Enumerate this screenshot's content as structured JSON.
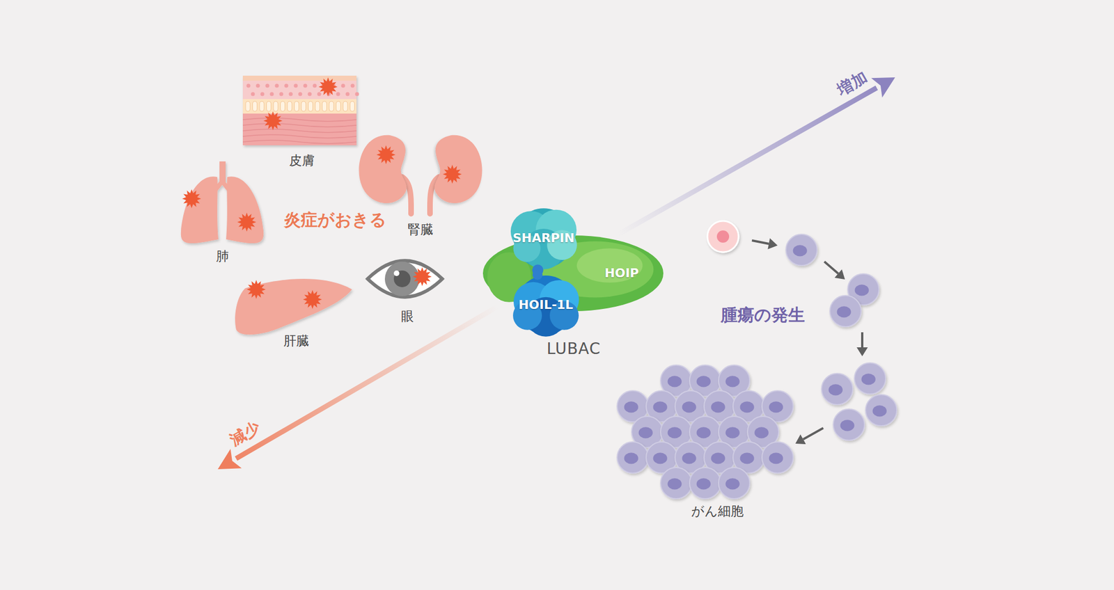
{
  "diagram": {
    "nodes": [
      {
        "text": [
          "LUBAC"
        ]
      },
      {
        "text": [
          "SHARPIN"
        ],
        "in": 0
      },
      {
        "text": [
          "HOIP"
        ],
        "in": 0
      },
      {
        "text": [
          "HOIL-1L"
        ],
        "in": 0
      }
    ],
    "labels": [
      "皮膚",
      "肺",
      "炎症がおきる",
      "腎臓",
      "眼",
      "肝臓",
      "増加",
      "減少",
      "腫瘍の発生",
      "がん細胞"
    ]
  }
}
